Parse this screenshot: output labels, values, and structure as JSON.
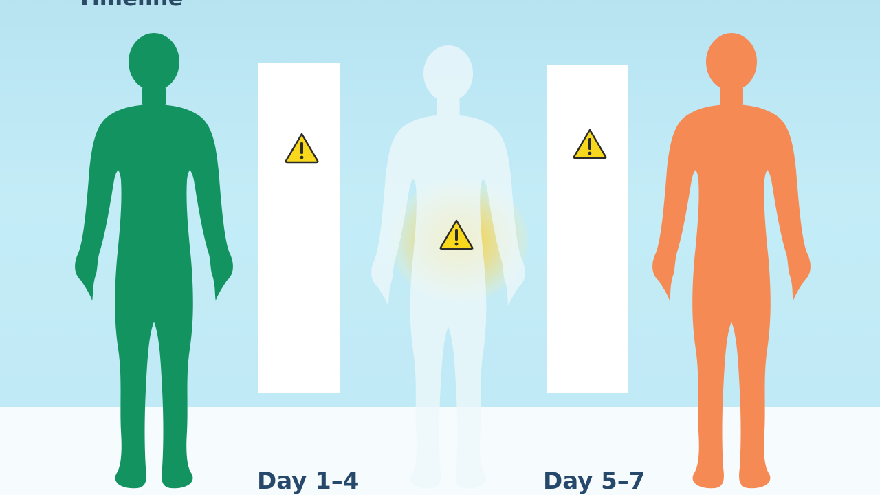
{
  "title": "Timeline",
  "labels": {
    "day_1": "Day 1–4",
    "day_2": "Day 5–7"
  },
  "figures": [
    {
      "name": "healthy",
      "color": "#12935f"
    },
    {
      "name": "faded",
      "color": "#e9f8fb"
    },
    {
      "name": "affected",
      "color": "#f68a55"
    }
  ],
  "colors": {
    "background": "#c3ecf7",
    "floor": "#f6fbfd",
    "warning": "#f7d81c",
    "glow": "#ffce28"
  },
  "icons": [
    "warning-icon",
    "warning-icon",
    "warning-icon"
  ]
}
